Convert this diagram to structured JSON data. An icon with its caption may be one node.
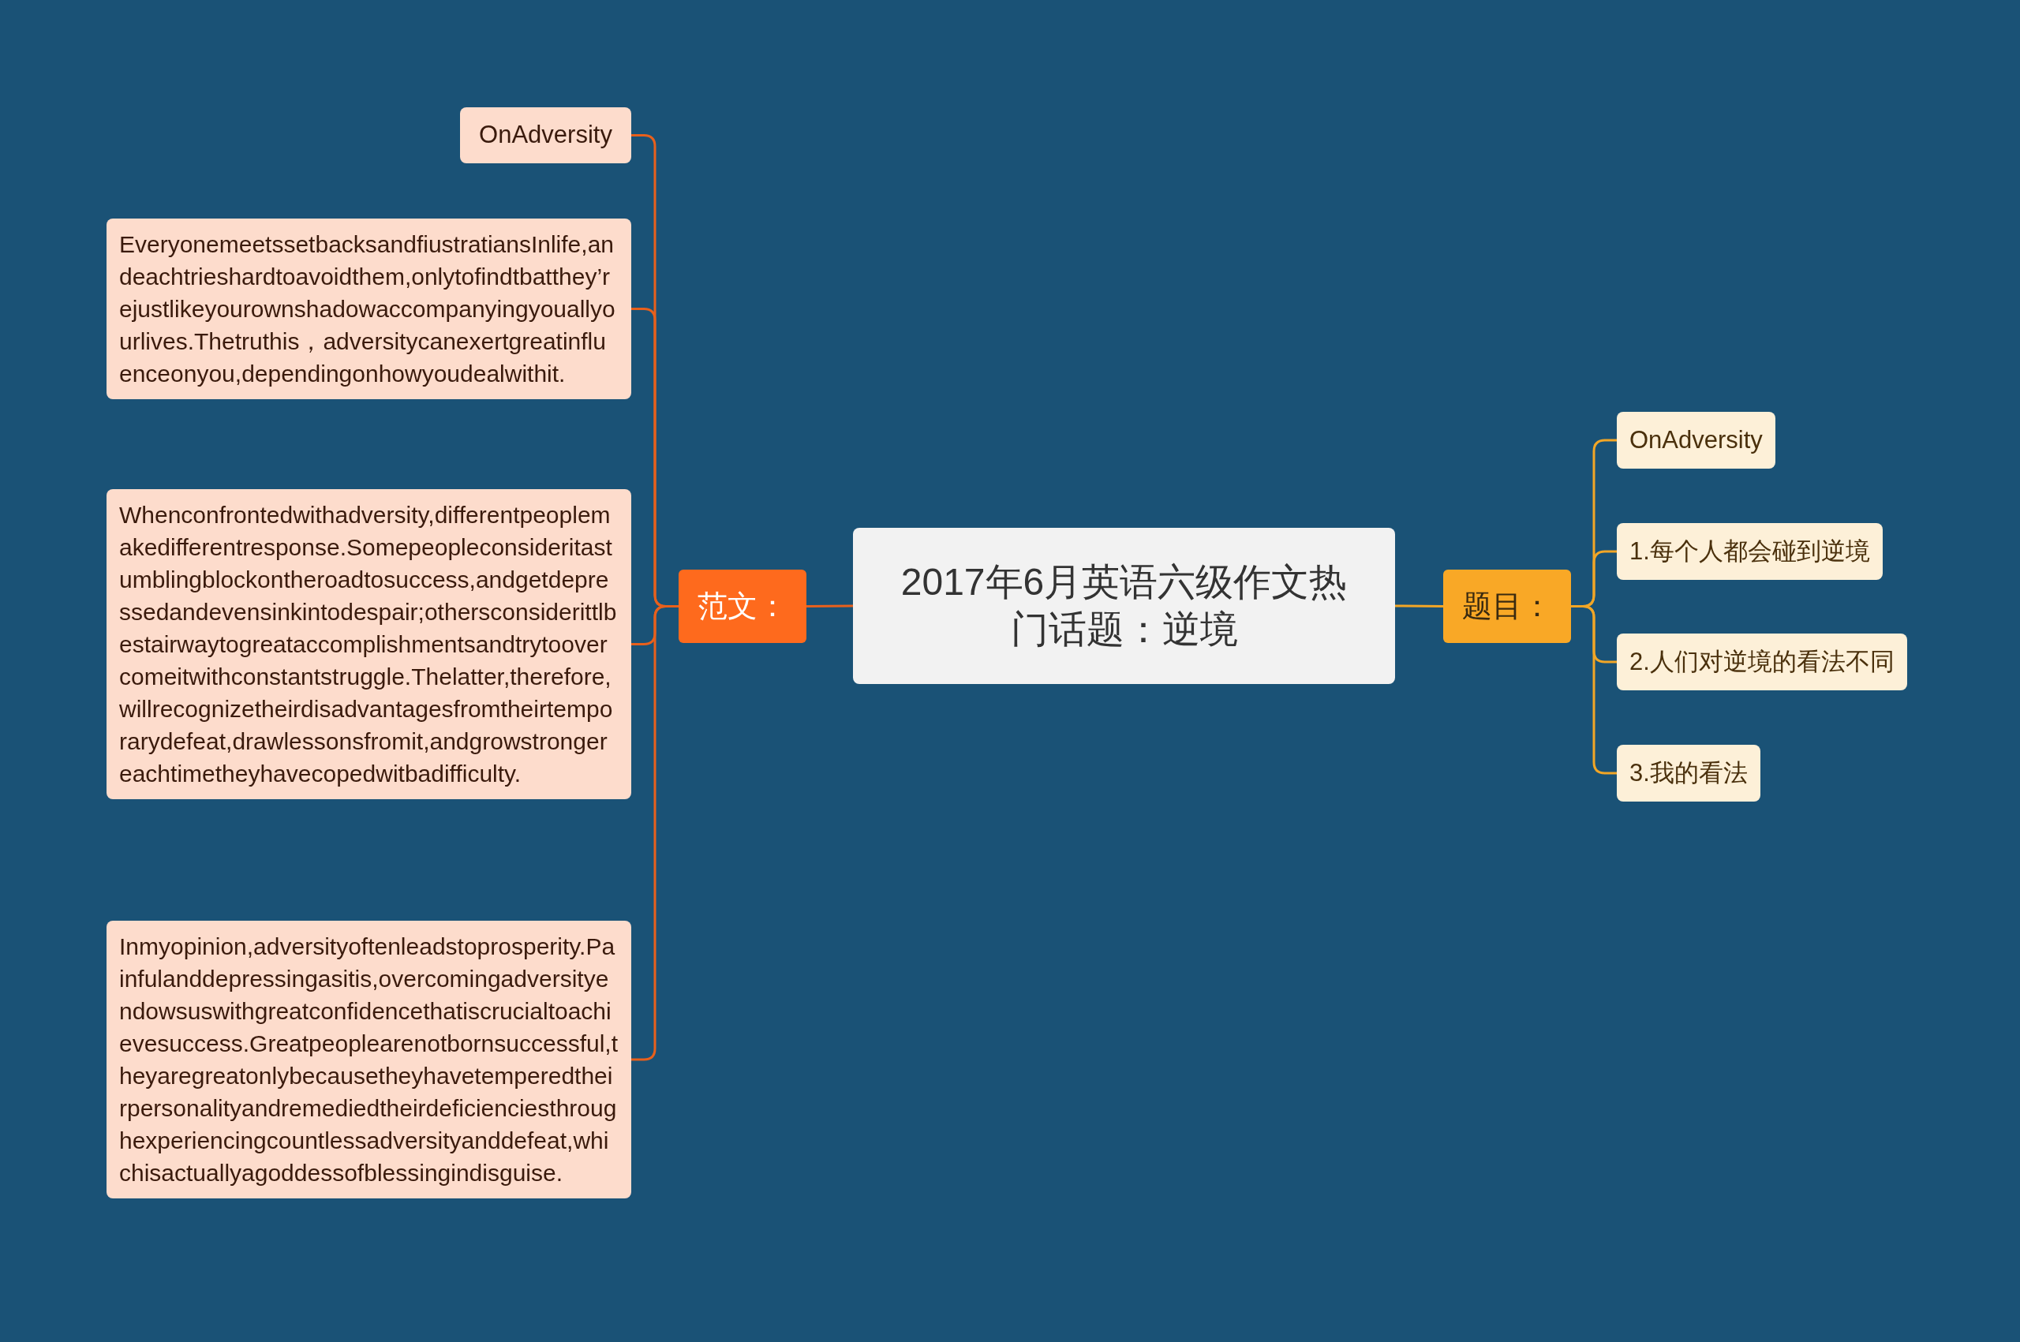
{
  "diagram": {
    "nodes": [
      {
        "text": [
          "2017年6月英语六级作文热门话题：逆境"
        ]
      },
      {
        "text": [
          "范文："
        ]
      },
      {
        "text": [
          "OnAdversity"
        ]
      },
      {
        "text": [
          "EveryonemeetssetbacksandfiustratiansInlife,andeachtrieshardtoavoidthem,onlytofindtbatthey’rejustlikeyourownshadowaccompanyingyouallyourlives.Thetruthis，adversitycanexertgreatinfluenceonyou,dependingonhowyoudealwithit."
        ]
      },
      {
        "text": [
          "Whenconfrontedwithadversity,differentpeoplemakedifferentresponse.Somepeopleconsideritastumblingblockontheroadtosuccess,andgetdepressedandevensinkintodespair;othersconsiderittlbestairwaytogreataccomplishmentsandtrytoovercomeitwithconstantstruggle.Thelatter,therefore,willrecognizetheirdisadvantagesfromtheirtemporarydefeat,drawlessonsfromit,andgrowstrongereachtimetheyhavecopedwitbadifficulty."
        ]
      },
      {
        "text": [
          "Inmyopinion,adversityoftenleadstoprosperity.Painfulanddepressingasitis,overcomingadversityendowsuswithgreatconfidencethatiscrucialtoachievesuccess.Greatpeoplearenotbornsuccessful,theyaregreatonlybecausetheyhavetemperedtheirpersonalityandremediedtheirdeficienciesthroughexperiencingcountlessadversityanddefeat,whichisactuallyagoddessofblessingindisguise."
        ]
      },
      {
        "text": [
          "题目："
        ]
      },
      {
        "text": [
          "OnAdversity"
        ]
      },
      {
        "text": [
          "1.每个人都会碰到逆境"
        ]
      },
      {
        "text": [
          "2.人们对逆境的看法不同"
        ]
      },
      {
        "text": [
          "3.我的看法"
        ]
      }
    ],
    "edges": [
      {
        "from": 0,
        "to": 1,
        "arrow": "none"
      },
      {
        "from": 1,
        "to": 2,
        "arrow": "none"
      },
      {
        "from": 1,
        "to": 3,
        "arrow": "none"
      },
      {
        "from": 1,
        "to": 4,
        "arrow": "none"
      },
      {
        "from": 1,
        "to": 5,
        "arrow": "none"
      },
      {
        "from": 0,
        "to": 6,
        "arrow": "none",
        "color": "#f2a626"
      },
      {
        "from": 6,
        "to": 7,
        "arrow": "none",
        "color": "#f2a626"
      },
      {
        "from": 6,
        "to": 8,
        "arrow": "none",
        "color": "#f2a626"
      },
      {
        "from": 6,
        "to": 9,
        "arrow": "none",
        "color": "#f2a626"
      },
      {
        "from": 6,
        "to": 10,
        "arrow": "none",
        "color": "#f2a626"
      }
    ]
  }
}
